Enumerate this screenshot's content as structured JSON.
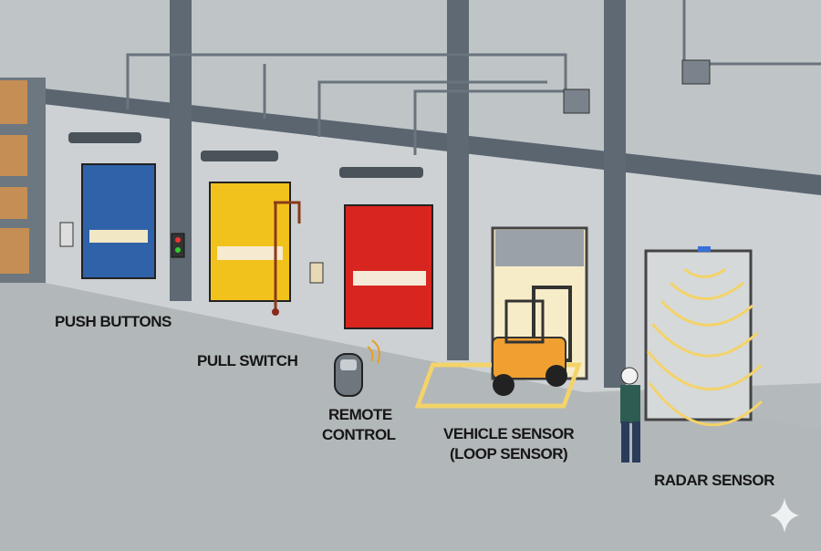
{
  "labels": {
    "push_buttons": "PUSH BUTTONS",
    "pull_switch": "PULL SWITCH",
    "remote_control_1": "REMOTE",
    "remote_control_2": "CONTROL",
    "vehicle_sensor_1": "VEHICLE SENSOR",
    "vehicle_sensor_2": "(LOOP SENSOR)",
    "radar_sensor": "RADAR SENSOR"
  },
  "colors": {
    "blue_door": "#2f62a8",
    "yellow_door": "#f2c21c",
    "red_door": "#d8251f",
    "forklift": "#f0a030",
    "sensor_glow": "#f3d36a",
    "wall": "#cdd1d3",
    "floor": "#b2b7b9",
    "steel": "#5b6570"
  },
  "icons": [
    "push-button-panel-icon",
    "pull-cord-icon",
    "remote-control-icon",
    "loop-sensor-icon",
    "radar-waves-icon",
    "sparkle-icon"
  ]
}
